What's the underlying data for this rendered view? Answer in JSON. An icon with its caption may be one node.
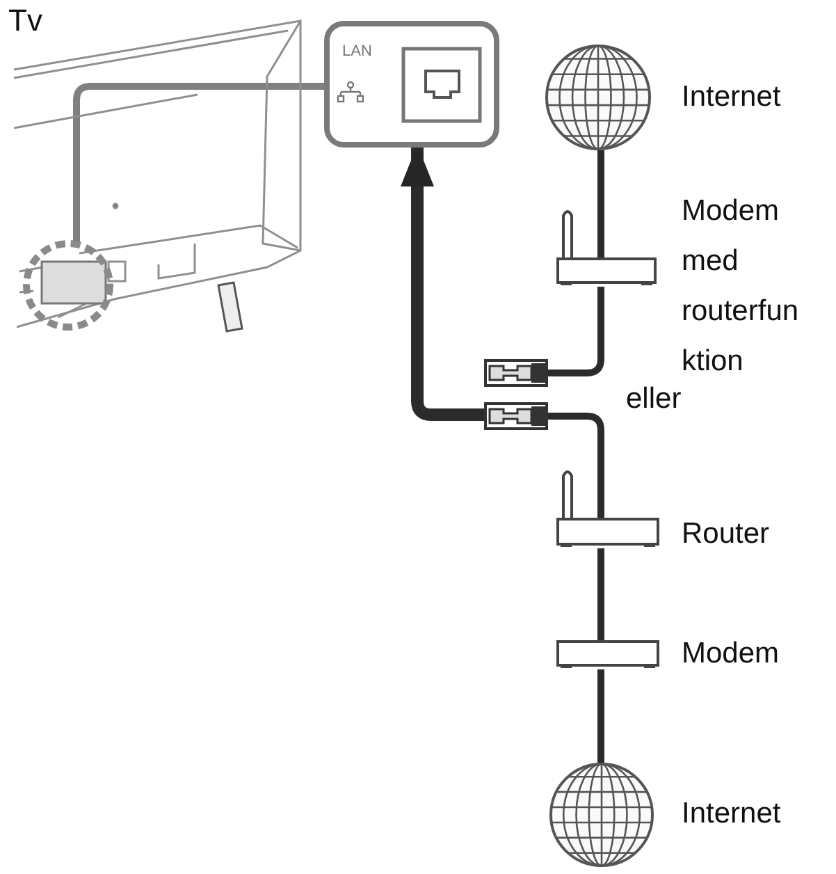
{
  "diagram": {
    "nodes": [
      {
        "text": [
          "Tv"
        ]
      },
      {
        "text": [],
        "shape": "circle",
        "in": 0
      },
      {
        "text": [
          "LAN"
        ]
      },
      {
        "text": [
          "Internet"
        ]
      },
      {
        "text": [
          "Modem med routerfun ktion"
        ]
      },
      {
        "text": [],
        "shape": "plug"
      },
      {
        "text": [],
        "shape": "plug"
      },
      {
        "text": [
          "Router"
        ]
      },
      {
        "text": [
          "Modem"
        ]
      },
      {
        "text": [
          "Internet"
        ]
      }
    ],
    "edges": [
      {
        "from": 2,
        "to": 1,
        "arrow": "none",
        "color": "#808080"
      },
      {
        "from": 6,
        "to": 2,
        "arrow": "to",
        "style": "thick"
      },
      {
        "from": 5,
        "to": 4,
        "arrow": "none"
      },
      {
        "from": 4,
        "to": 3,
        "arrow": "none"
      },
      {
        "from": 6,
        "to": 7,
        "arrow": "none"
      },
      {
        "from": 7,
        "to": 8,
        "arrow": "none"
      },
      {
        "from": 8,
        "to": 9,
        "arrow": "none"
      }
    ],
    "labels": [
      "eller"
    ]
  }
}
